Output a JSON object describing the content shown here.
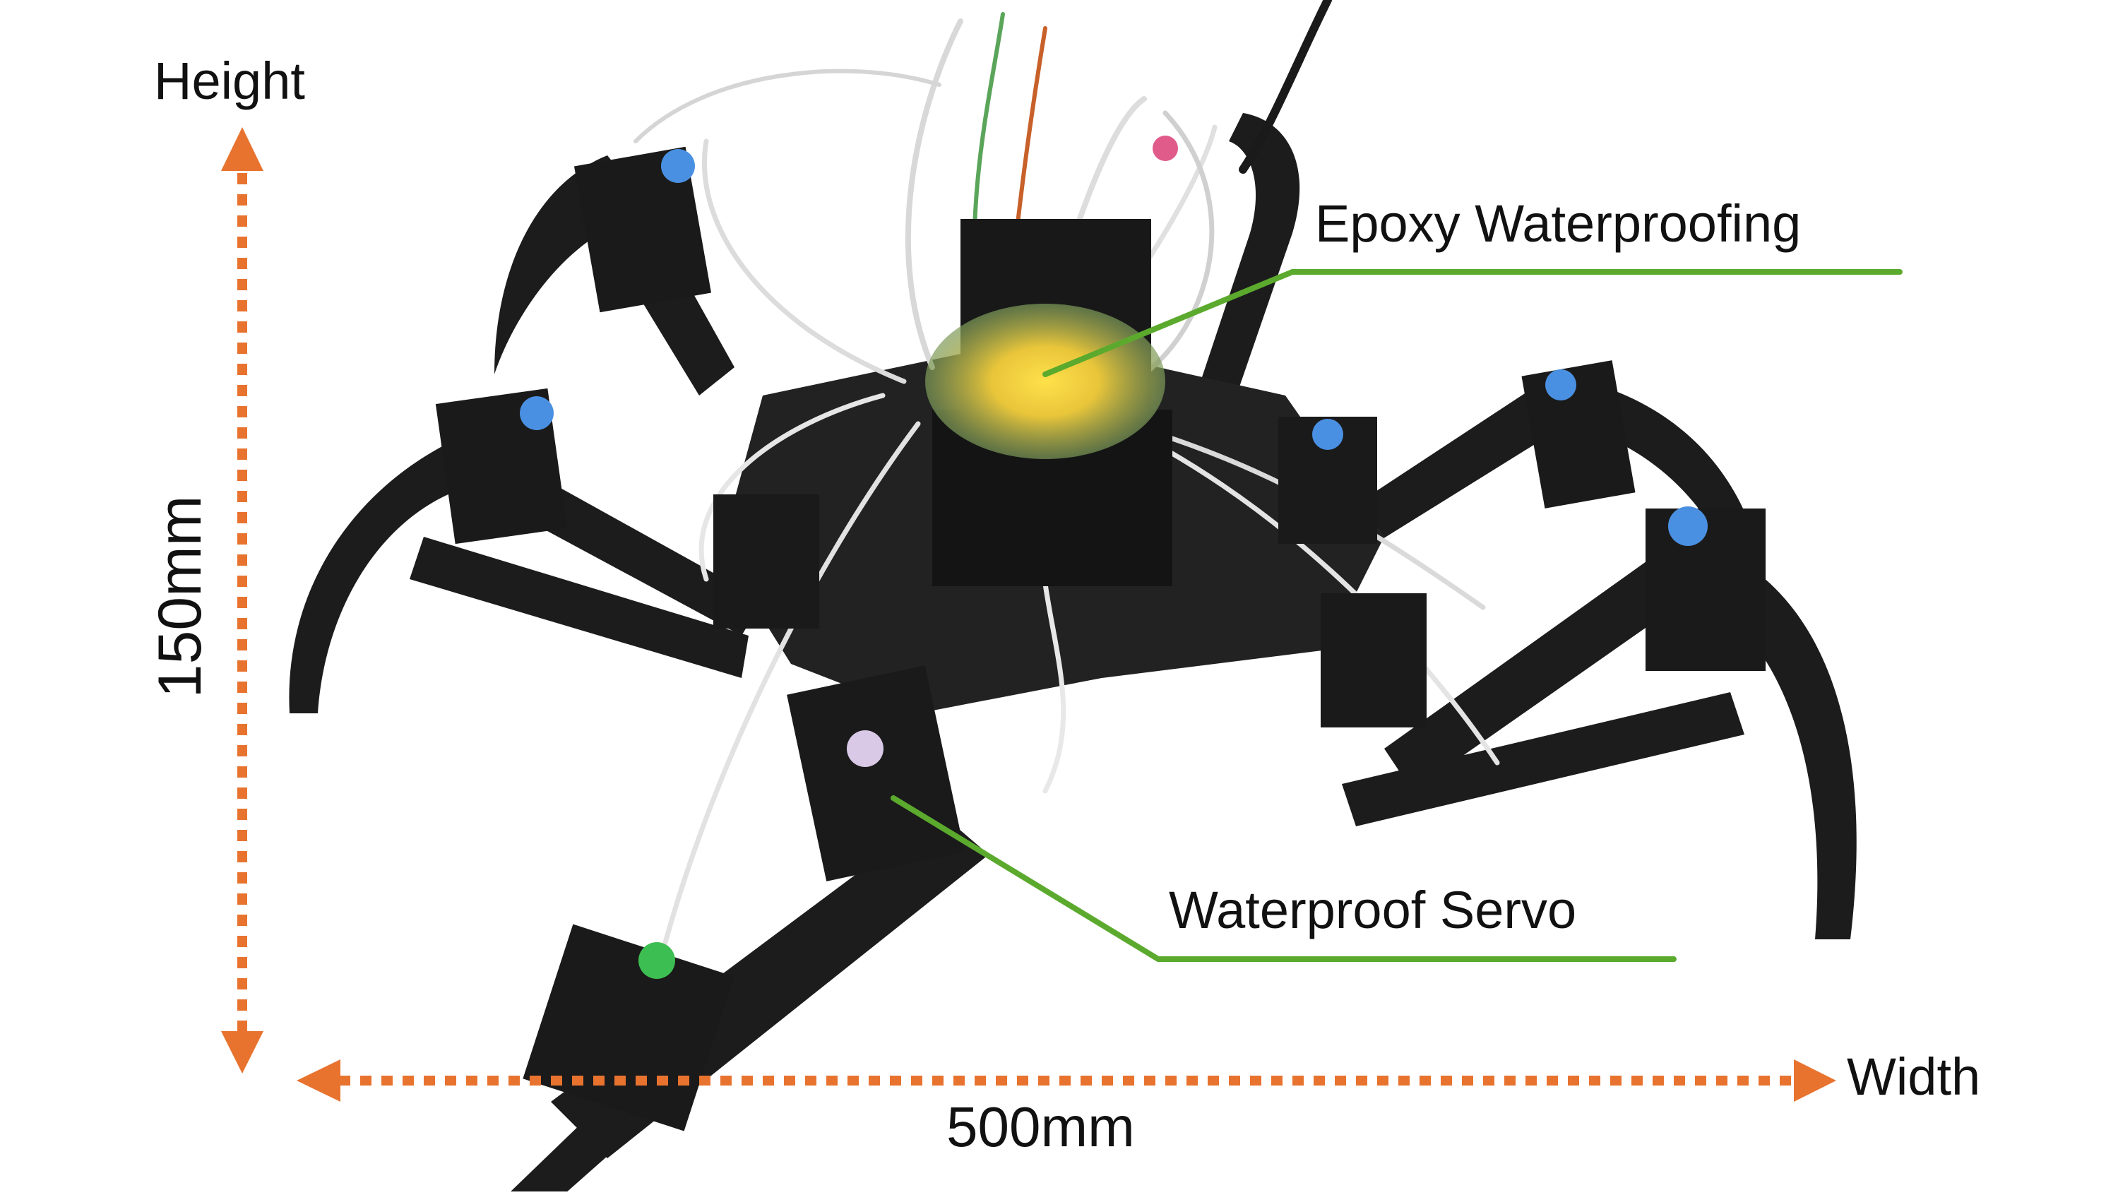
{
  "annotations": {
    "height_label": "Height",
    "height_value": "150mm",
    "width_label": "Width",
    "width_value": "500mm",
    "callout_epoxy": "Epoxy Waterproofing",
    "callout_servo": "Waterproof Servo"
  },
  "colors": {
    "dimension_arrow": "#E8732F",
    "callout_line": "#5BAA2E",
    "robot_frame": "#1a1a1a",
    "servo_cap_blue": "#4A90E2",
    "servo_cap_green": "#3DBE52",
    "epoxy": "#E8C53A"
  },
  "image_content": {
    "subject": "six-legged black hexapod robot with servos and white wiring"
  }
}
